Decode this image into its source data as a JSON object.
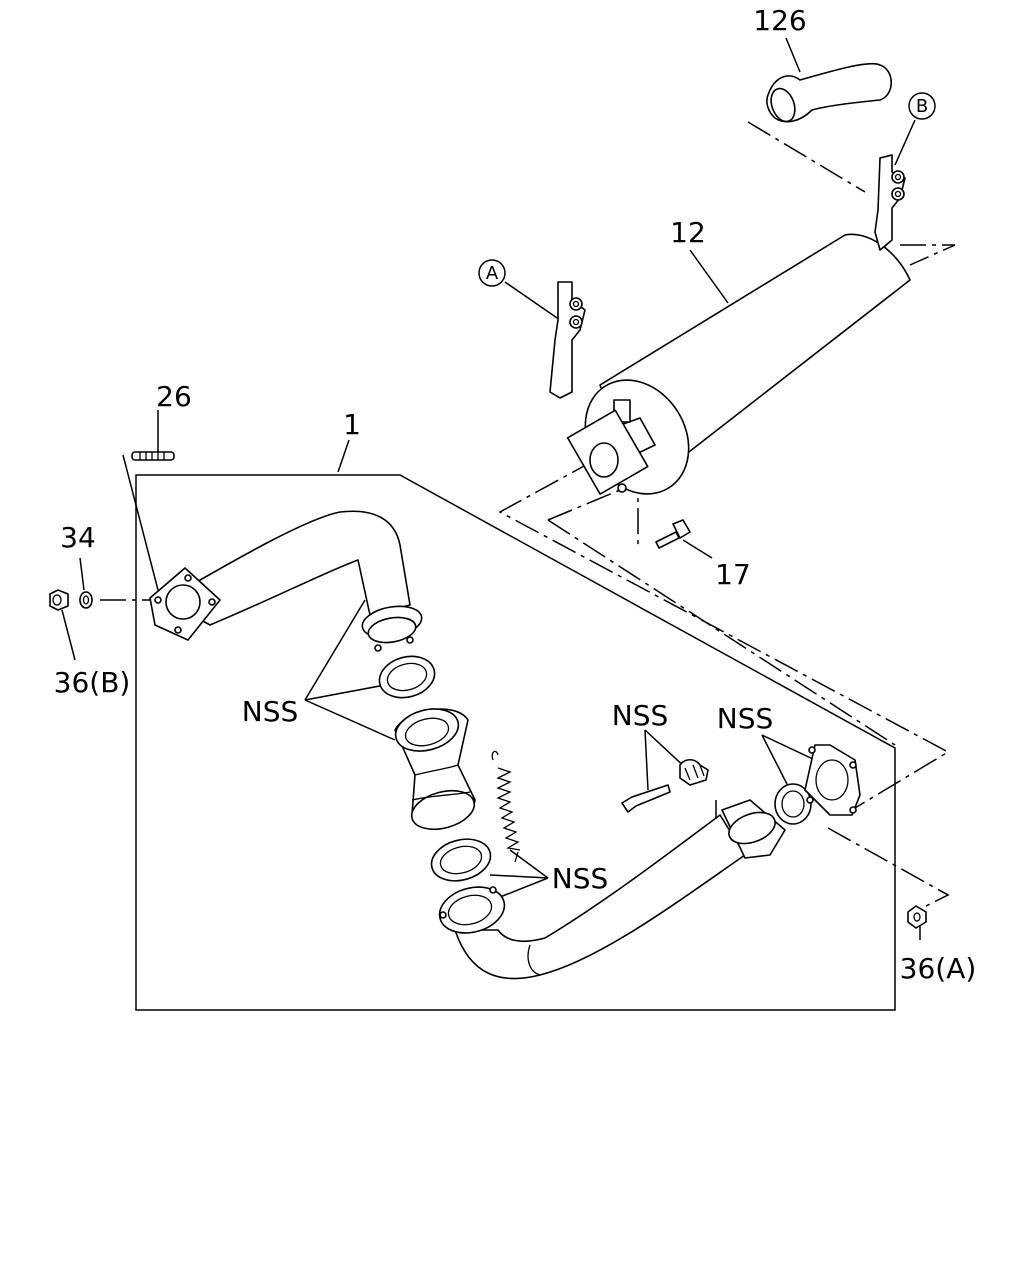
{
  "callouts": {
    "muffler": "12",
    "tail_pipe": "126",
    "exhaust_pipe_assy": "1",
    "stud": "26",
    "washer": "34",
    "nut_b": "36(B)",
    "bolt": "17",
    "nut_a": "36(A)",
    "nss_1": "NSS",
    "nss_2": "NSS",
    "nss_3": "NSS",
    "nss_4": "NSS"
  },
  "reference_marks": {
    "a": "A",
    "b": "B"
  }
}
